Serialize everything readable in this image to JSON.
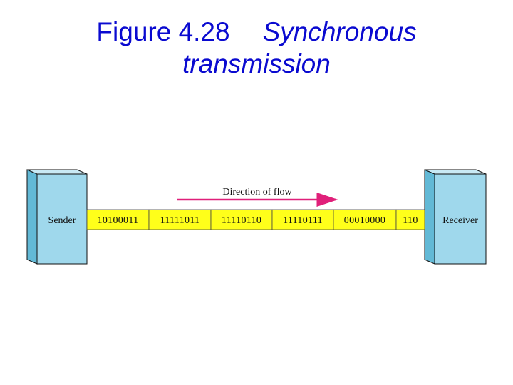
{
  "title": {
    "line1_number": "Figure 4.28",
    "line1_text": "Synchronous",
    "line2": "transmission"
  },
  "colors": {
    "title": "#0a0ad0",
    "box_face": "#9fd8ec",
    "box_side": "#62b9d6",
    "stream": "#ffff1a",
    "arrow": "#e0207a"
  },
  "diagram": {
    "sender_label": "Sender",
    "receiver_label": "Receiver",
    "direction_label": "Direction of flow",
    "segments": [
      "10100011",
      "11111011",
      "11110110",
      "11110111",
      "00010000",
      "110"
    ]
  }
}
